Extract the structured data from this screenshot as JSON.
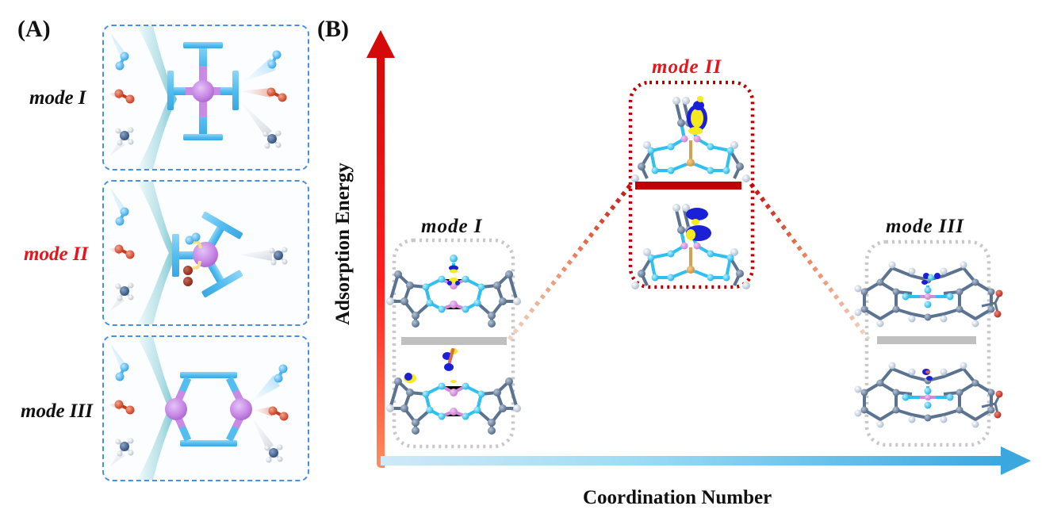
{
  "panel_a": {
    "label": "(A)",
    "modes": [
      {
        "label": "mode I",
        "color": "#111111",
        "structure": "four-arm single-atom site",
        "incoming": [
          "blue-diatomic",
          "red-diatomic",
          "tetrahedral-molecule"
        ],
        "outgoing": [
          "blue-diatomic",
          "red-diatomic",
          "tetrahedral-molecule"
        ]
      },
      {
        "label": "mode II",
        "color": "#e8141b",
        "structure": "three-arm site with two bound diatomics",
        "incoming": [
          "blue-diatomic",
          "red-diatomic",
          "tetrahedral-molecule"
        ],
        "outgoing": [
          "tetrahedral-molecule"
        ]
      },
      {
        "label": "mode III",
        "color": "#111111",
        "structure": "dual-atom hexagonal site",
        "incoming": [
          "blue-diatomic",
          "red-diatomic",
          "tetrahedral-molecule"
        ],
        "outgoing": [
          "blue-diatomic",
          "red-diatomic",
          "tetrahedral-molecule"
        ]
      }
    ]
  },
  "panel_b": {
    "label": "(B)",
    "y_axis_label": "Adsorption Energy",
    "x_axis_label": "Coordination Number",
    "y_axis_color_top": "#d40a0a",
    "y_axis_color_bottom": "#ff8a5c",
    "x_axis_color_left": "#cfe9f7",
    "x_axis_color_right": "#3aa8de",
    "levels": [
      {
        "label": "mode I",
        "color": "#111111",
        "bar_color": "#c0c0c0",
        "relative_energy": "low",
        "box_border": "#c8c8c8"
      },
      {
        "label": "mode II",
        "color": "#e8141b",
        "bar_color": "#c00000",
        "relative_energy": "high",
        "box_border": "#c00000"
      },
      {
        "label": "mode III",
        "color": "#111111",
        "bar_color": "#c0c0c0",
        "relative_energy": "low",
        "box_border": "#c8c8c8"
      }
    ]
  }
}
